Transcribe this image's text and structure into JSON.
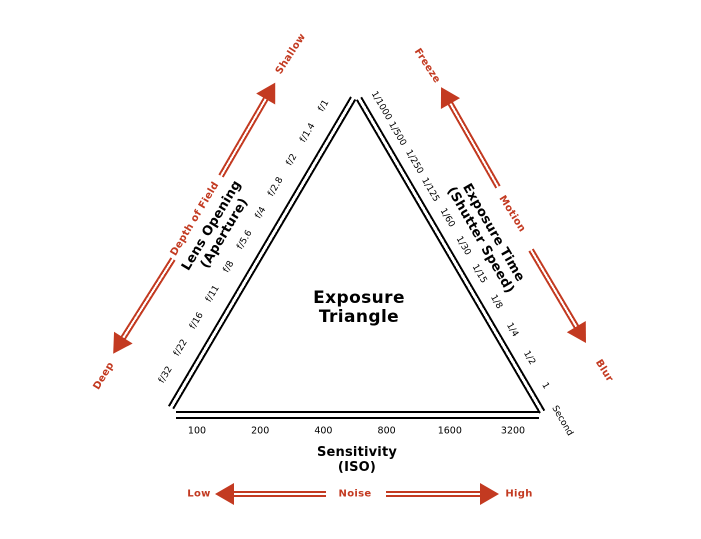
{
  "diagram": {
    "title": "Exposure\nTriangle",
    "sides": {
      "aperture": {
        "label": "Lens Opening\n(Aperture)",
        "ticks": [
          "f/32",
          "f/22",
          "f/16",
          "f/11",
          "f/8",
          "f/5.6",
          "f/4",
          "f/2.8",
          "f/2",
          "f/1.4",
          "f/1"
        ]
      },
      "shutter": {
        "label": "Exposure Time\n(Shutter Speed)",
        "unit": "Second",
        "ticks": [
          "1/1000",
          "1/500",
          "1/250",
          "1/125",
          "1/60",
          "1/30",
          "1/15",
          "1/8",
          "1/4",
          "1/2",
          "1"
        ]
      },
      "iso": {
        "label": "Sensitivity\n(ISO)",
        "ticks": [
          "100",
          "200",
          "400",
          "800",
          "1600",
          "3200"
        ]
      }
    },
    "effects": {
      "depth_of_field": {
        "name": "Depth of Field",
        "min_label": "Deep",
        "max_label": "Shallow"
      },
      "motion": {
        "name": "Motion",
        "min_label": "Freeze",
        "max_label": "Blur"
      },
      "noise": {
        "name": "Noise",
        "min_label": "Low",
        "max_label": "High"
      }
    },
    "colors": {
      "accent_red": "#c33a21",
      "line_black": "#000000",
      "background": "#ffffff"
    }
  }
}
